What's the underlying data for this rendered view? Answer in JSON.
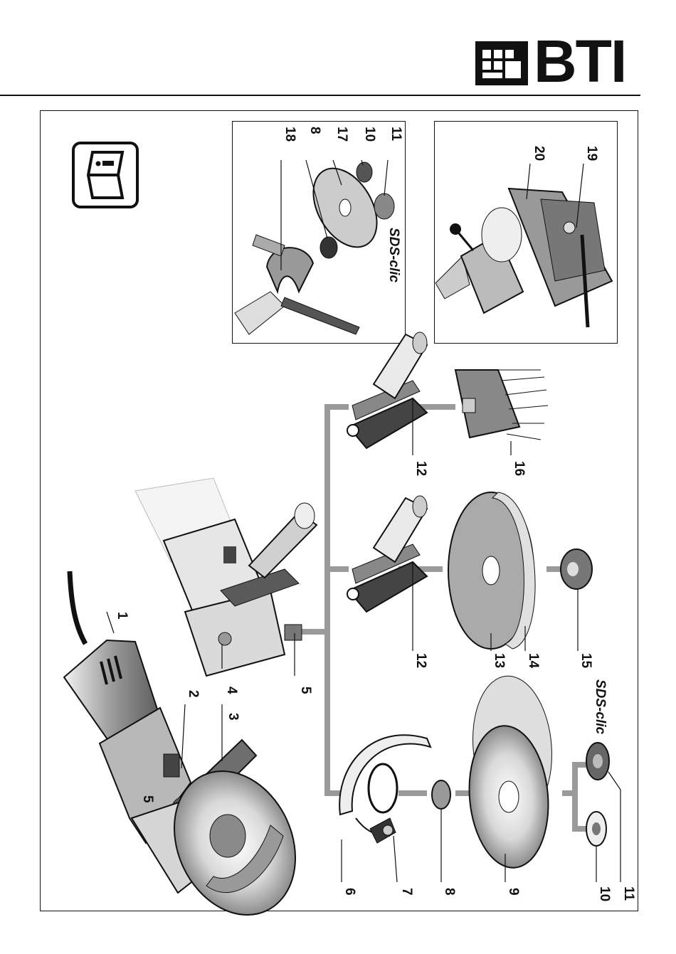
{
  "brand": {
    "name": "BTI"
  },
  "callouts": {
    "c1": "1",
    "c2": "2",
    "c3": "3",
    "c4": "4",
    "c5": "5",
    "c5b": "5",
    "c6": "6",
    "c7": "7",
    "c8": "8",
    "c9": "9",
    "c10": "10",
    "c11": "11",
    "c12a": "12",
    "c12b": "12",
    "c13": "13",
    "c14": "14",
    "c15": "15",
    "c16": "16",
    "i18": "18",
    "i8": "8",
    "i17": "17",
    "i10": "10",
    "i11": "11",
    "i20": "20",
    "i19": "19"
  },
  "labels": {
    "sds_main": "SDS-clic",
    "sds_inset": "SDS-clic"
  },
  "icons": {
    "info": "manual-info-icon"
  },
  "colors": {
    "ink": "#111111",
    "connector": "#9a9a9a",
    "shade": "#c8c8c8"
  }
}
